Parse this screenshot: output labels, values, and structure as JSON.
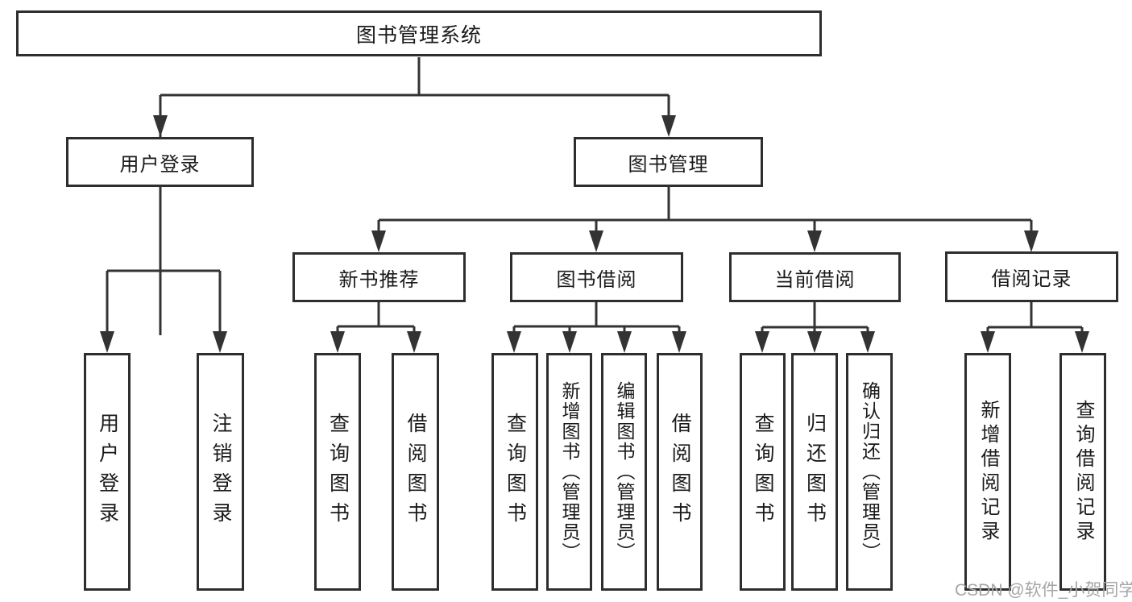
{
  "diagram": {
    "title_node": {
      "label": "图书管理系统"
    },
    "level2": [
      {
        "id": "user-login",
        "label": "用户登录",
        "parent": "图书管理系统"
      },
      {
        "id": "book-management",
        "label": "图书管理",
        "parent": "图书管理系统"
      }
    ],
    "level3": [
      {
        "id": "new-book-recommend",
        "label": "新书推荐",
        "parent": "图书管理"
      },
      {
        "id": "book-borrow",
        "label": "图书借阅",
        "parent": "图书管理"
      },
      {
        "id": "current-borrow",
        "label": "当前借阅",
        "parent": "图书管理"
      },
      {
        "id": "borrow-records",
        "label": "借阅记录",
        "parent": "图书管理"
      }
    ],
    "level4": [
      {
        "id": "leaf-user-login",
        "label": "用户登录",
        "parent": "用户登录"
      },
      {
        "id": "leaf-logout",
        "label": "注销登录",
        "parent": "用户登录"
      },
      {
        "id": "leaf-query-books-recommend",
        "label": "查询图书",
        "parent": "新书推荐"
      },
      {
        "id": "leaf-borrow-books-recommend",
        "label": "借阅图书",
        "parent": "新书推荐"
      },
      {
        "id": "leaf-query-books-borrow",
        "label": "查询图书",
        "parent": "图书借阅"
      },
      {
        "id": "leaf-add-books-admin",
        "label": "新增图书（管理员）",
        "parent": "图书借阅"
      },
      {
        "id": "leaf-edit-books-admin",
        "label": "编辑图书（管理员）",
        "parent": "图书借阅"
      },
      {
        "id": "leaf-borrow-books",
        "label": "借阅图书",
        "parent": "图书借阅"
      },
      {
        "id": "leaf-query-books-current",
        "label": "查询图书",
        "parent": "当前借阅"
      },
      {
        "id": "leaf-return-books",
        "label": "归还图书",
        "parent": "当前借阅"
      },
      {
        "id": "leaf-confirm-return-admin",
        "label": "确认归还（管理员）",
        "parent": "当前借阅"
      },
      {
        "id": "leaf-add-borrow-record",
        "label": "新增借阅记录",
        "parent": "借阅记录"
      },
      {
        "id": "leaf-query-borrow-record",
        "label": "查询借阅记录",
        "parent": "借阅记录"
      }
    ]
  },
  "watermark": {
    "text": "CSDN @软件_小贺同学"
  },
  "colors": {
    "line": "#333333",
    "box_border": "#2e2e2e",
    "box_fill": "#ffffff",
    "text": "#1a1a1a",
    "watermark": "#a6a6a6",
    "background": "#ffffff"
  }
}
